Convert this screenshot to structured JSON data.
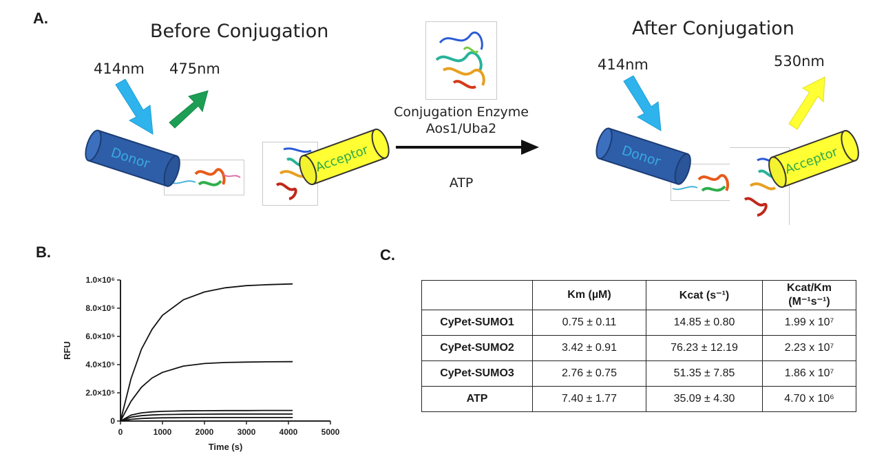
{
  "panels": {
    "a": "A.",
    "b": "B.",
    "c": "C."
  },
  "before": {
    "title": "Before Conjugation",
    "excitation": "414nm",
    "emission": "475nm",
    "donor": "Donor",
    "acceptor": "Acceptor"
  },
  "reaction": {
    "enzyme_line1": "Conjugation Enzyme",
    "enzyme_line2": "Aos1/Uba2",
    "cofactor": "ATP"
  },
  "after": {
    "title": "After Conjugation",
    "excitation": "414nm",
    "emission": "530nm",
    "donor": "Donor",
    "acceptor": "Acceptor"
  },
  "colors": {
    "donor": "#2e5ea8",
    "acceptor": "#ffff33",
    "blue_arrow": "#2eb3ec",
    "green_arrow": "#1e9e55",
    "yellow_arrow": "#ffff33"
  },
  "chart_data": {
    "type": "line",
    "xlabel": "Time (s)",
    "ylabel": "RFU",
    "xlim": [
      0,
      5000
    ],
    "ylim": [
      0,
      1000000
    ],
    "x_ticks": [
      "0",
      "1000",
      "2000",
      "3000",
      "4000",
      "5000"
    ],
    "y_ticks": [
      "0",
      "2.0×10⁵",
      "4.0×10⁵",
      "6.0×10⁵",
      "8.0×10⁵",
      "1.0×10⁶"
    ],
    "series": [
      {
        "x": [
          0,
          250,
          500,
          750,
          1000,
          1500,
          2000,
          2500,
          3000,
          3500,
          4100
        ],
        "values": [
          0,
          300000,
          510000,
          650000,
          750000,
          860000,
          915000,
          945000,
          960000,
          967000,
          972000
        ]
      },
      {
        "x": [
          0,
          250,
          500,
          750,
          1000,
          1500,
          2000,
          2500,
          3000,
          3500,
          4100
        ],
        "values": [
          0,
          140000,
          240000,
          305000,
          345000,
          390000,
          408000,
          415000,
          418000,
          420000,
          421000
        ]
      },
      {
        "x": [
          0,
          250,
          500,
          750,
          1000,
          1500,
          2000,
          2500,
          3000,
          3500,
          4100
        ],
        "values": [
          0,
          42000,
          58000,
          65000,
          69000,
          72000,
          73000,
          74000,
          74000,
          75000,
          75000
        ]
      },
      {
        "x": [
          0,
          250,
          500,
          750,
          1000,
          1500,
          2000,
          2500,
          3000,
          3500,
          4100
        ],
        "values": [
          0,
          28000,
          38000,
          43000,
          46000,
          48000,
          49000,
          50000,
          50000,
          50000,
          50000
        ]
      },
      {
        "x": [
          0,
          250,
          500,
          750,
          1000,
          1500,
          2000,
          2500,
          3000,
          3500,
          4100
        ],
        "values": [
          0,
          12000,
          18000,
          21000,
          23000,
          24000,
          25000,
          25000,
          25000,
          25000,
          25000
        ]
      }
    ]
  },
  "table": {
    "headers": [
      "",
      "Km (µM)",
      "Kcat (s⁻¹)",
      "Kcat/Km (M⁻¹s⁻¹)"
    ],
    "rows": [
      [
        "CyPet-SUMO1",
        "0.75 ± 0.11",
        "14.85 ± 0.80",
        "1.99 x 10⁷"
      ],
      [
        "CyPet-SUMO2",
        "3.42 ± 0.91",
        "76.23 ± 12.19",
        "2.23 x 10⁷"
      ],
      [
        "CyPet-SUMO3",
        "2.76 ± 0.75",
        "51.35 ± 7.85",
        "1.86 x 10⁷"
      ],
      [
        "ATP",
        "7.40 ± 1.77",
        "35.09 ± 4.30",
        "4.70 x 10⁶"
      ]
    ]
  }
}
